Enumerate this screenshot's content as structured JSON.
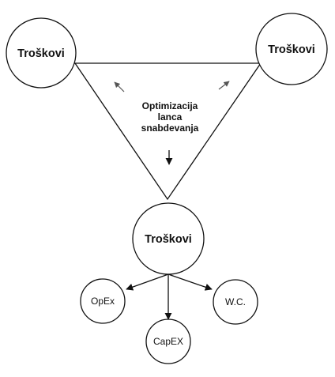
{
  "nodes": {
    "top_left": "Troškovi",
    "top_right": "Troškovi",
    "center": "Troškovi",
    "opex": "OpEx",
    "capex": "CapEX",
    "wc": "W.C."
  },
  "triangle_text": [
    "Optimizacija",
    "lanca",
    "snabdevanja"
  ],
  "colors": {
    "stroke": "#111111",
    "arrow_small": "#555555",
    "background": "#ffffff"
  }
}
